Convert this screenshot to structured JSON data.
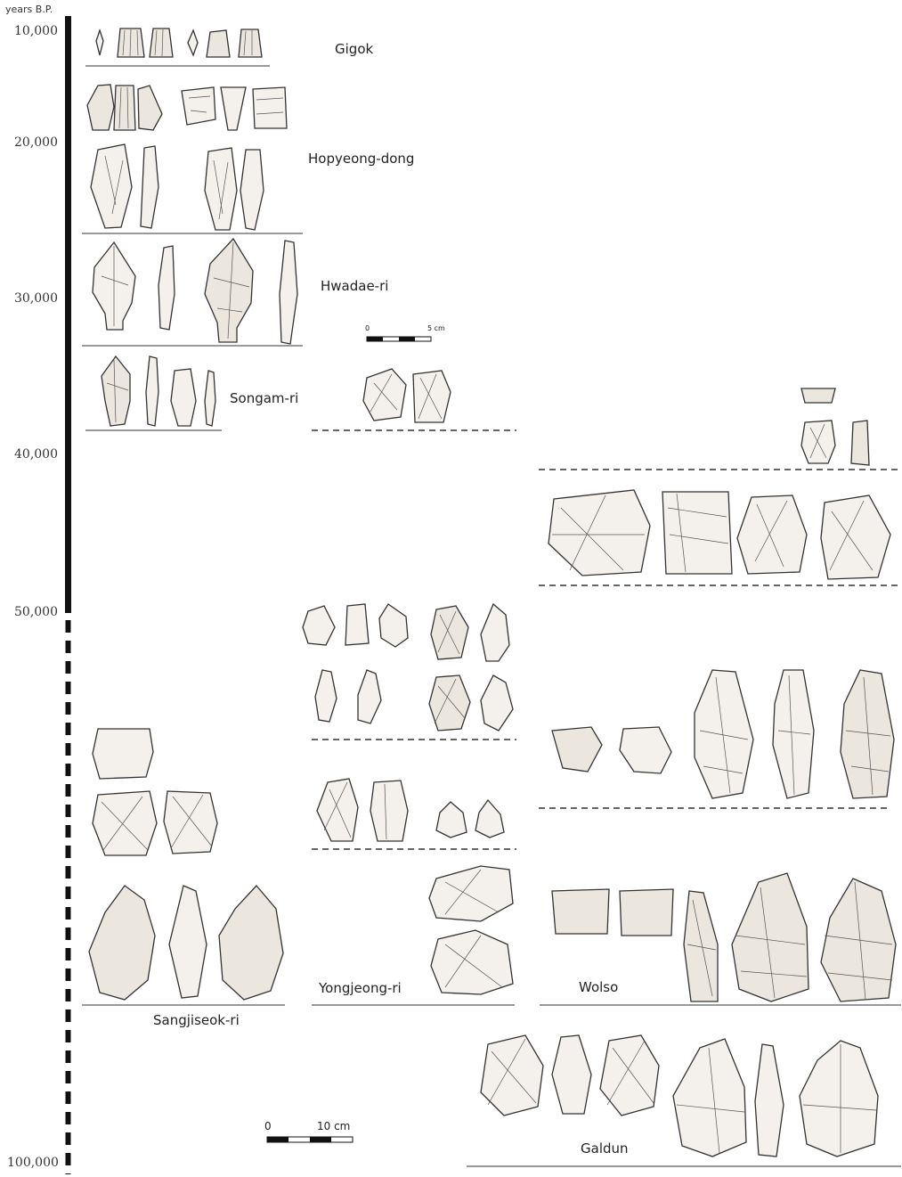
{
  "timeline": {
    "units_label": "years B.P.",
    "ticks": [
      "10,000",
      "20,000",
      "30,000",
      "40,000",
      "50,000",
      "100,000"
    ],
    "solid_range": [
      "10,000",
      "50,000"
    ],
    "dashed_range": [
      "50,000",
      "100,000"
    ]
  },
  "sites": {
    "gigok": "Gigok",
    "hopyeong": "Hopyeong-dong",
    "hwadae": "Hwadae-ri",
    "songam": "Songam-ri",
    "yongjeong": "Yongjeong-ri",
    "wolso": "Wolso",
    "sangjiseok": "Sangjiseok-ri",
    "galdun": "Galdun"
  },
  "scale_bars": {
    "small": {
      "zero": "0",
      "length": "5 cm"
    },
    "large": {
      "zero": "0",
      "length": "10 cm"
    }
  },
  "colors": {
    "ink": "#222222",
    "stone_fill": "#f4f1ec"
  }
}
